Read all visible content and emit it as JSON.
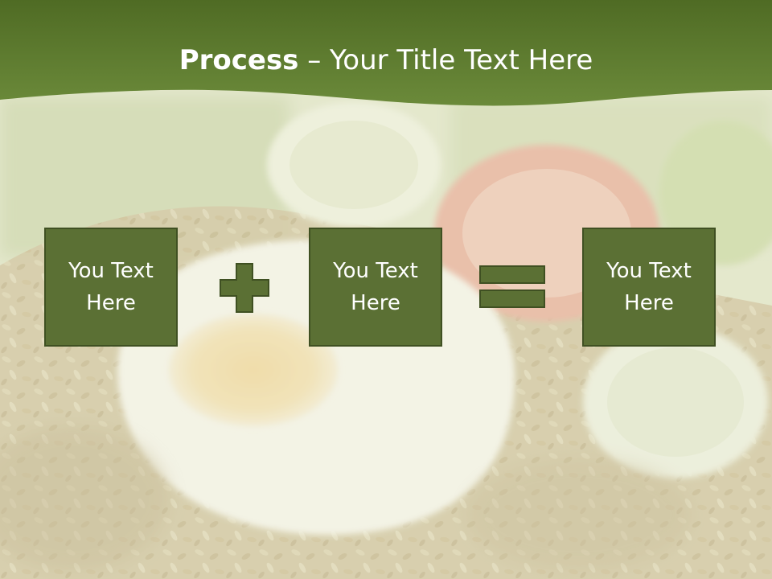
{
  "title": {
    "bold": "Process",
    "rest": " – Your Title Text Here"
  },
  "boxes": [
    {
      "line1": "You Text",
      "line2": "Here"
    },
    {
      "line1": "You Text",
      "line2": "Here"
    },
    {
      "line1": "You Text",
      "line2": "Here"
    }
  ],
  "operators": [
    "plus-icon",
    "equals-icon"
  ],
  "colors": {
    "header": "#5c7a2e",
    "box_fill": "#5b7034",
    "box_border": "#3f5022",
    "text": "#ffffff"
  }
}
